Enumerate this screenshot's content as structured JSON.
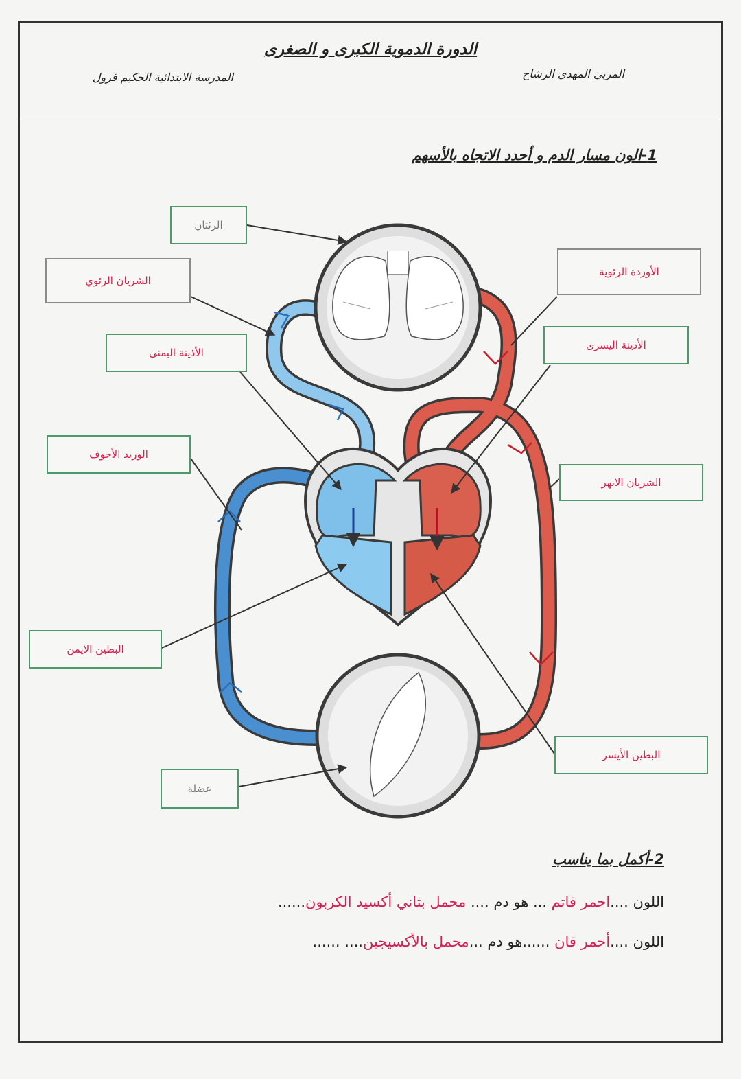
{
  "header": {
    "title": "الدورة الدموية الكبرى و الصغرى",
    "teacher": "المربي المهدي الرشاح",
    "school": "المدرسة الابتدائية الحكيم قرول"
  },
  "question1": {
    "title": "1-الون مسار الدم و أحدد الاتجاه بالأسهم"
  },
  "labels": {
    "lungs": "الرئتان",
    "pulmonary_artery": "الشريان الرئوي",
    "pulmonary_veins": "الأوردة الرئوية",
    "right_atrium": "الأذينة اليمنى",
    "left_atrium": "الأذينة اليسرى",
    "vena_cava": "الوريد الأجوف",
    "aorta": "الشريان الابهر",
    "right_ventricle": "البطين الايمن",
    "left_ventricle": "البطين الأيسر",
    "muscle": "عضلة"
  },
  "question2": {
    "title": "2-أكمل بما يناسب",
    "line1": {
      "p1": "اللون ....",
      "answer1": "احمر قاتم",
      "p2": " ... هو دم .... ",
      "answer2": "محمل بثاني أكسيد الكربون",
      "p3": "......"
    },
    "line2": {
      "p1": "اللون ....",
      "answer1": "أحمر قان",
      "p2": " ......هو دم ...",
      "answer2": "محمل بالأكسيجين",
      "p3": "....      ......"
    }
  },
  "colors": {
    "deoxygenated": "#6fb4e0",
    "oxygenated": "#d8564a",
    "label_red_text": "#d8204a",
    "green_border": "#4c9a6a"
  }
}
